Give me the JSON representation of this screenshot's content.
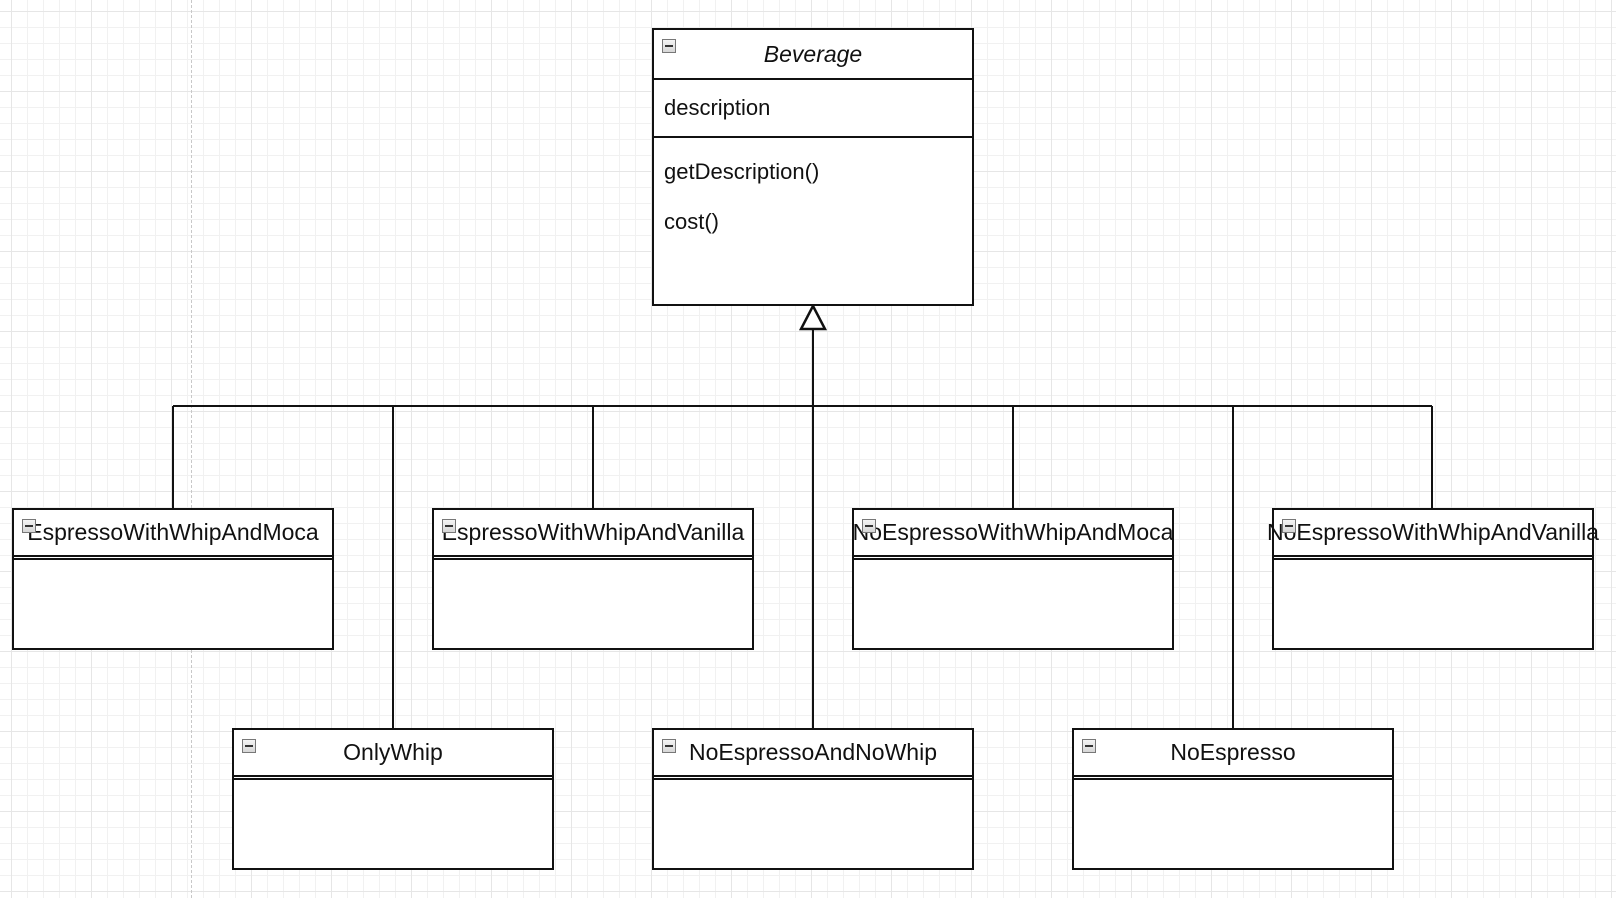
{
  "diagram": {
    "base_class": {
      "name": "Beverage",
      "attributes": [
        "description"
      ],
      "methods": [
        "getDescription()",
        "cost()"
      ]
    },
    "subclasses": [
      {
        "name": "EspressoWithWhipAndMoca"
      },
      {
        "name": "EspressoWithWhipAndVanilla"
      },
      {
        "name": "NoEspressoWithWhipAndMoca"
      },
      {
        "name": "NoEspressoWithWhipAndVanilla"
      },
      {
        "name": "OnlyWhip"
      },
      {
        "name": "NoEspressoAndNoWhip"
      },
      {
        "name": "NoEspresso"
      }
    ],
    "relationship": "generalization",
    "colors": {
      "line": "#111111",
      "grid": "#e6e6e6",
      "background": "#ffffff"
    }
  }
}
